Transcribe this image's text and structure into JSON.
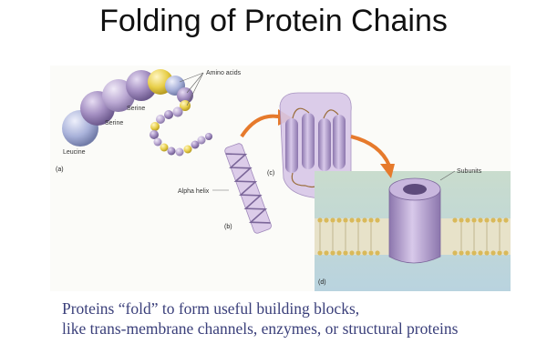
{
  "title": "Folding of Protein Chains",
  "figure": {
    "labels": {
      "amino_acids": "Amino acids",
      "serine_1": "Serine",
      "serine_2": "Serine",
      "leucine": "Leucine",
      "alpha_helix": "Alpha helix",
      "subunits": "Subunits"
    },
    "panels": {
      "a": "(a)",
      "b": "(b)",
      "c": "(c)",
      "d": "(d)"
    },
    "colors": {
      "sphere_purple": "#9b86b8",
      "sphere_lavender": "#b9a7cf",
      "sphere_yellow": "#e8cf4a",
      "protein_body": "#c6b2da",
      "arrow_orange": "#e67a2c",
      "membrane_top": "#c9dccd",
      "membrane_bottom": "#b9d3df",
      "lipid_heads": "#d9b95a"
    }
  },
  "caption": {
    "line1": "Proteins “fold” to form useful building blocks,",
    "line2": "like trans-membrane channels, enzymes, or structural proteins"
  }
}
